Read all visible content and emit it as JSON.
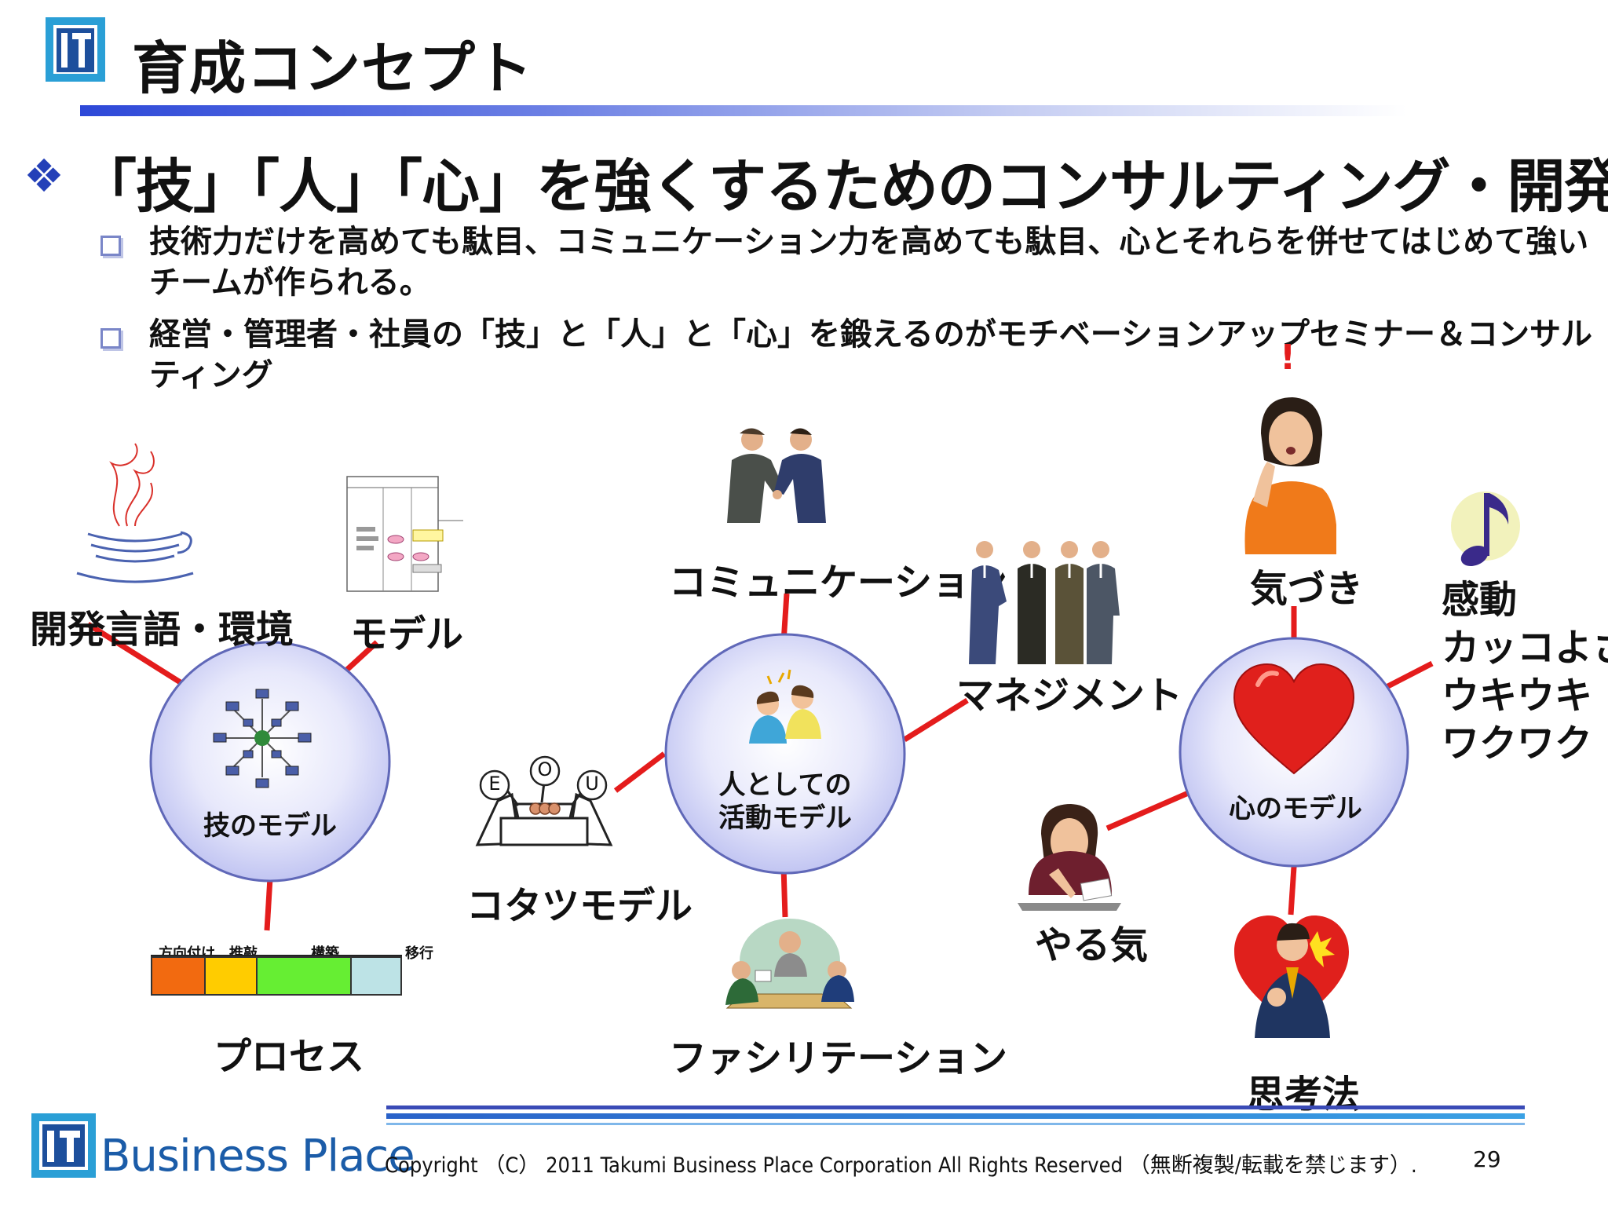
{
  "header": {
    "title": "育成コンセプト"
  },
  "main": {
    "bullet_glyph": "❖",
    "heading": "「技」「人」「心」を強くするためのコンサルティング・開発力",
    "points": [
      "技術力だけを高めても駄目、コミュニケーション力を高めても駄目、心とそれらを併せてはじめて強いチームが作られる。",
      "経営・管理者・社員の「技」と「人」と「心」を鍛えるのがモチベーションアップセミナー＆コンサルティング"
    ]
  },
  "diagram": {
    "tech_model": {
      "label": "技のモデル",
      "nodes": {
        "language": "開発言語・環境",
        "model": "モデル",
        "process": "プロセス"
      },
      "process_stages": [
        {
          "label": "方向付け",
          "color": "#f26a10"
        },
        {
          "label": "推敲",
          "color": "#ffcc00"
        },
        {
          "label": "構築",
          "color": "#66ee33"
        },
        {
          "label": "移行",
          "color": "#bde3e6"
        }
      ]
    },
    "human_model": {
      "label_line1": "人としての",
      "label_line2": "活動モデル",
      "nodes": {
        "communication": "コミュニケーション",
        "management": "マネジメント",
        "kotatsu": "コタツモデル",
        "facilitation": "ファシリテーション"
      },
      "kotatsu_letters": [
        "E",
        "O",
        "U"
      ]
    },
    "heart_model": {
      "label": "心のモデル",
      "nodes": {
        "awareness": "気づき",
        "emotion_lines": [
          "感動",
          "カッコよさ",
          "ウキウキ",
          "ワクワク"
        ],
        "motivation": "やる気",
        "thinking": "思考法"
      },
      "exclaim": "!"
    }
  },
  "footer": {
    "brand": "Business Place",
    "copyright": "Copyright （C） 2011 Takumi Business Place Corporation All Rights Reserved （無断複製/転載を禁じます）.",
    "page": "29"
  },
  "colors": {
    "accent_red": "#e41c1c",
    "bullet_blue": "#2440b8",
    "brand_blue": "#1b5ca8"
  }
}
